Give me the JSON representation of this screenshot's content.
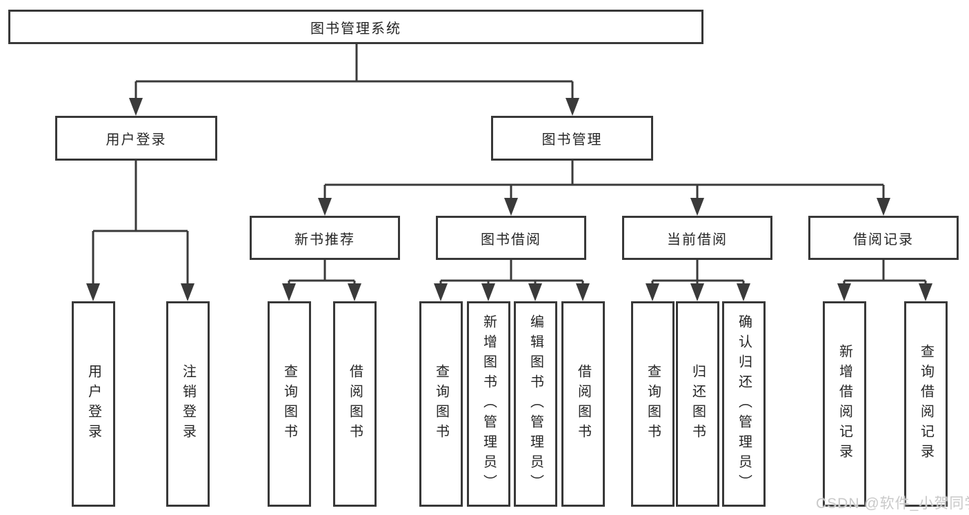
{
  "diagram": {
    "root": {
      "label": "图书管理系统"
    },
    "branches": [
      {
        "label": "用户登录",
        "leaves": [
          "用户登录",
          "注销登录"
        ]
      },
      {
        "label": "图书管理",
        "children": [
          {
            "label": "新书推荐",
            "leaves": [
              "查询图书",
              "借阅图书"
            ]
          },
          {
            "label": "图书借阅",
            "leaves": [
              "查询图书",
              "新增图书（管理员）",
              "编辑图书（管理员）",
              "借阅图书"
            ]
          },
          {
            "label": "当前借阅",
            "leaves": [
              "查询图书",
              "归还图书",
              "确认归还（管理员）"
            ]
          },
          {
            "label": "借阅记录",
            "leaves": [
              "新增借阅记录",
              "查询借阅记录"
            ]
          }
        ]
      }
    ]
  },
  "watermark": "CSDN @软件_小贺同学",
  "colors": {
    "line": "#3a3a3a",
    "border": "#383838",
    "text": "#262626",
    "watermark": "#c9c9c9",
    "background": "#ffffff"
  }
}
